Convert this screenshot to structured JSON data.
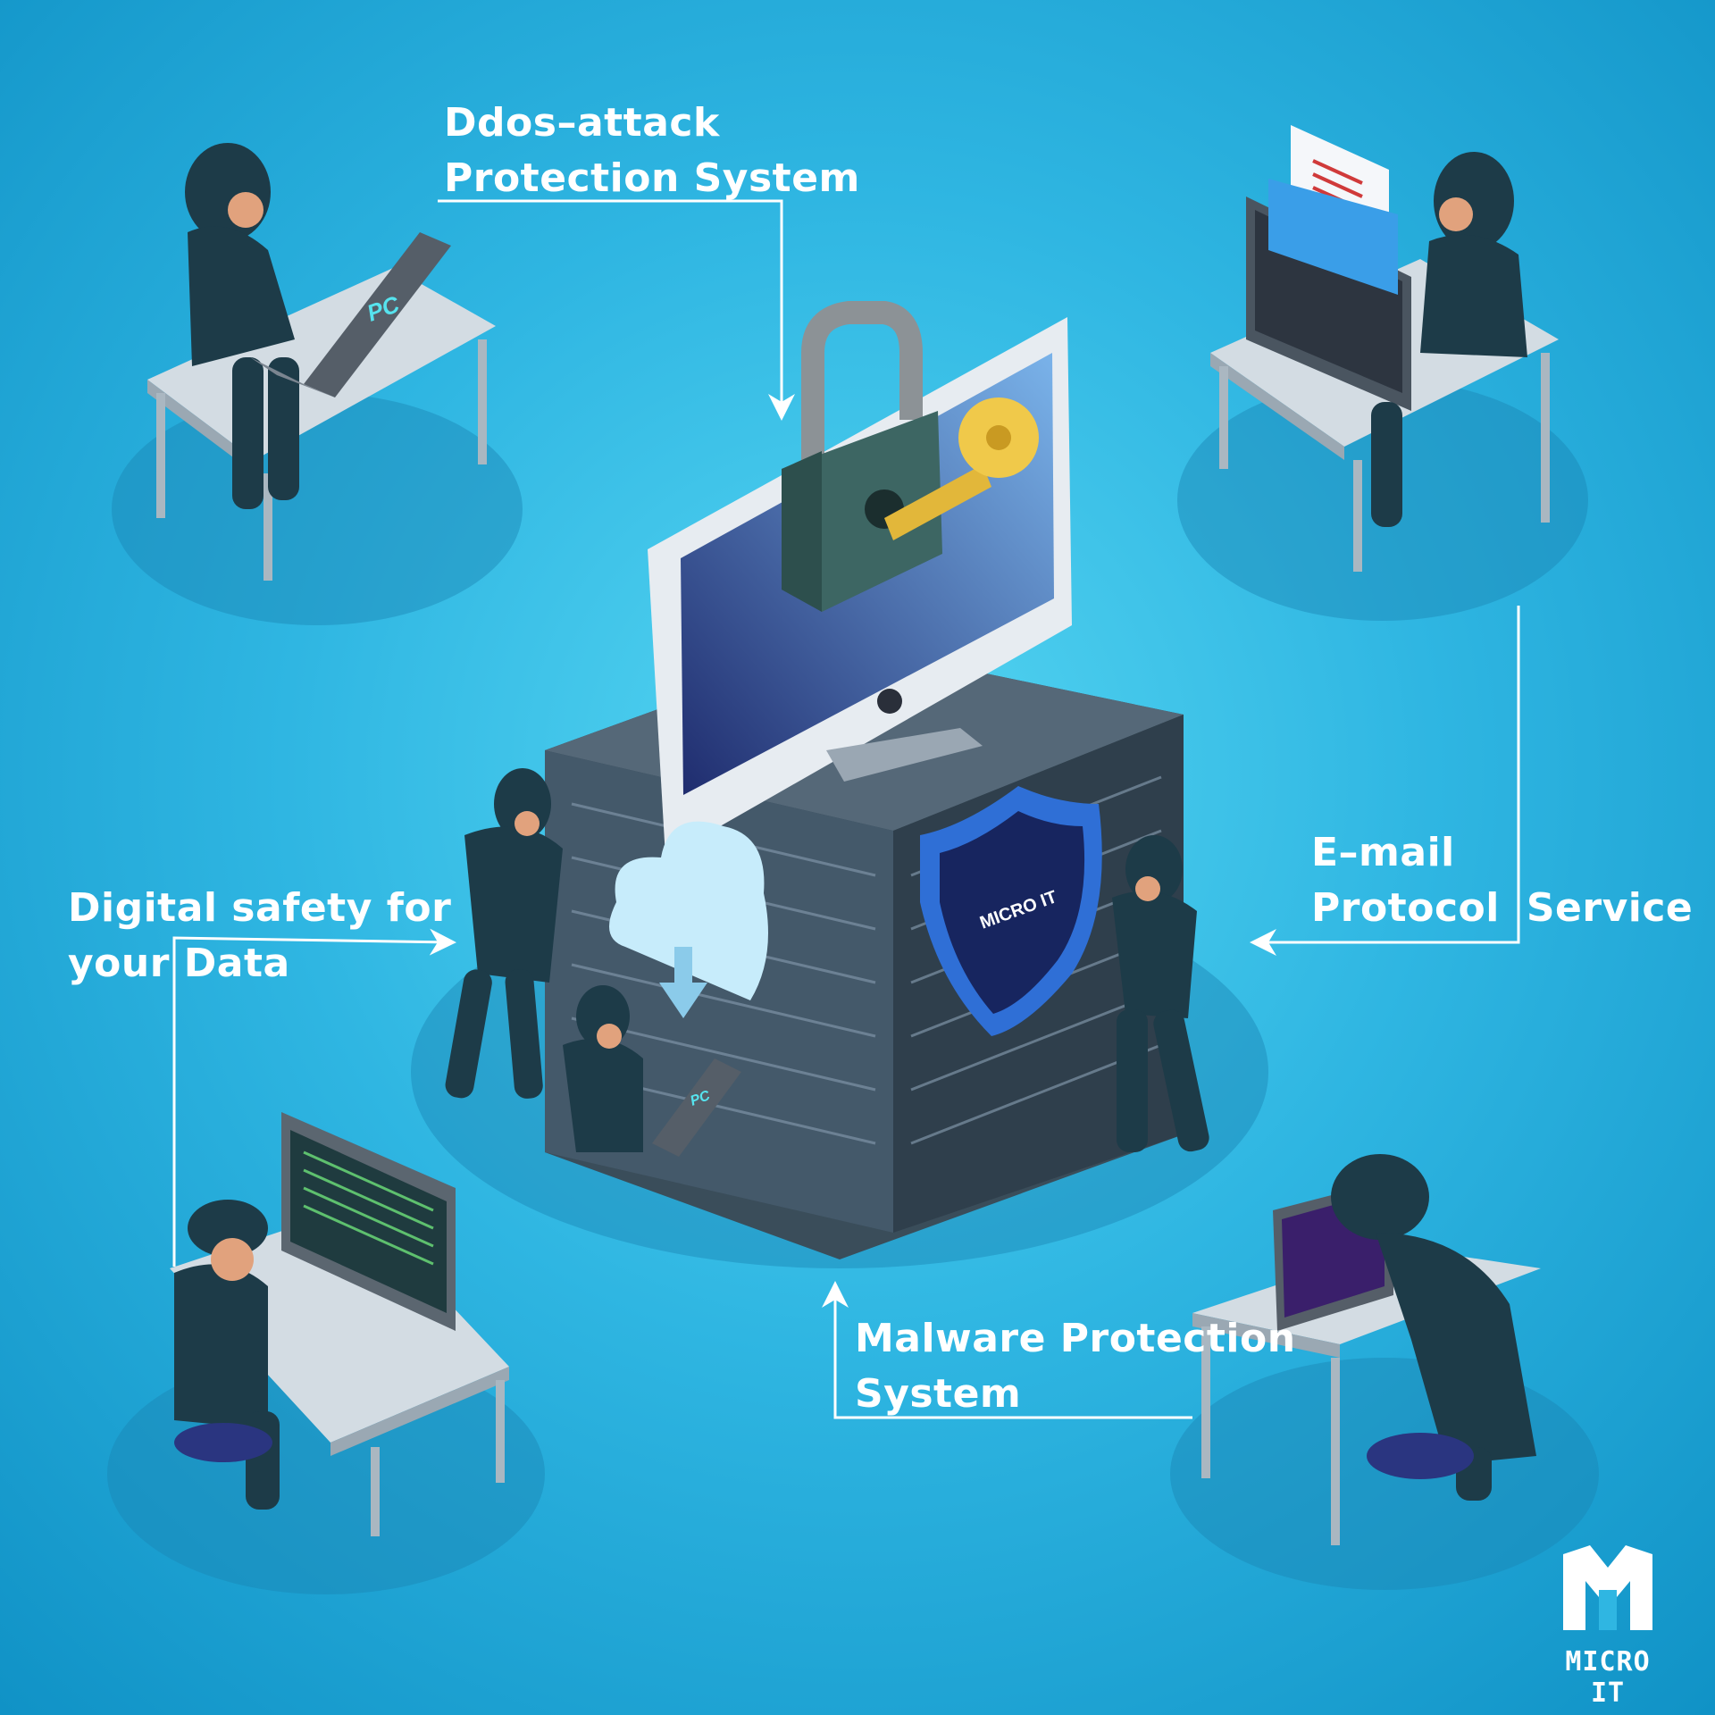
{
  "labels": {
    "ddos": [
      "Ddos–attack",
      "Protection System"
    ],
    "email": {
      "line1": "E–mail",
      "line2a": "Protocol",
      "line2b": "Service"
    },
    "digital": [
      "Digital safety for",
      "your Data"
    ],
    "malware": [
      "Malware Protection",
      "System"
    ]
  },
  "screen_text": {
    "laptop_brand": "PC",
    "laptop_brand_small": "PC"
  },
  "shield_logo_text": "MICRO IT",
  "brand": {
    "name": "MICRO IT"
  },
  "icons": [
    "padlock-icon",
    "key-icon",
    "cloud-download-icon",
    "shield-icon",
    "email-envelope-icon",
    "brand-logo-icon"
  ],
  "colors": {
    "background": "#2fb6e2",
    "hacker": "#1d3b48",
    "screen": "#2a3a8a",
    "desk": "#d3dce3",
    "shield": "#2f6fd6"
  }
}
